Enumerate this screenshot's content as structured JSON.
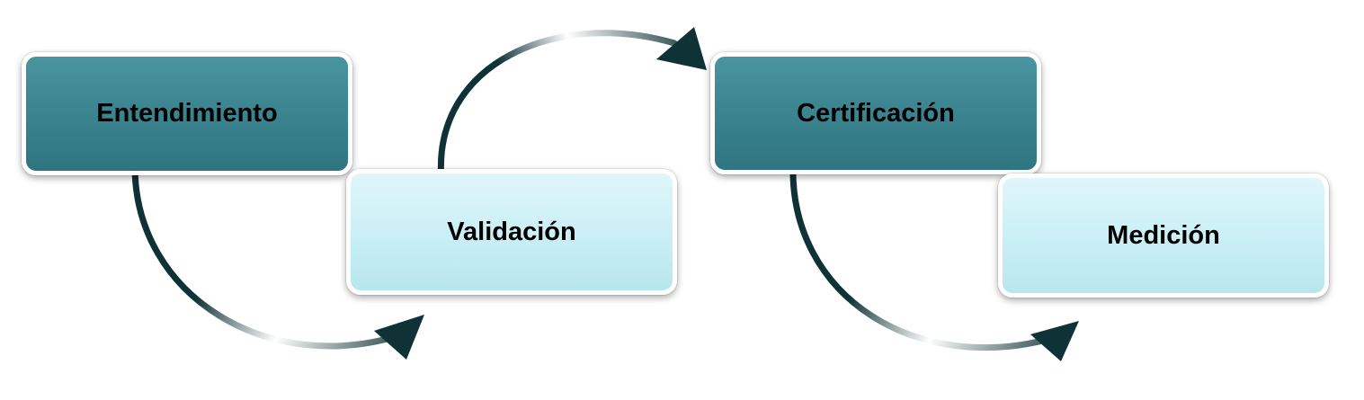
{
  "diagram": {
    "steps": [
      {
        "label": "Entendimiento",
        "style": "dark"
      },
      {
        "label": "Validación",
        "style": "light"
      },
      {
        "label": "Certificación",
        "style": "dark"
      },
      {
        "label": "Medición",
        "style": "light"
      }
    ],
    "colors": {
      "dark_box": "#3d8793",
      "light_box": "#cbf0f6",
      "arrow": "#0e3236",
      "text": "#000000"
    }
  }
}
